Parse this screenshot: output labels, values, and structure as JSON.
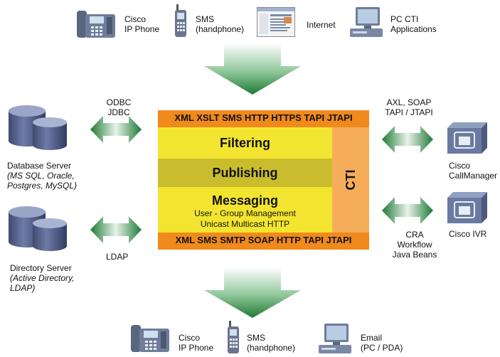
{
  "top_devices": {
    "phone_label_1": "Cisco",
    "phone_label_2": "IP Phone",
    "sms_label_1": "SMS",
    "sms_label_2": "(handphone)",
    "internet_label": "Internet",
    "pc_label_1": "PC CTI",
    "pc_label_2": "Applications"
  },
  "left": {
    "odbc": "ODBC",
    "jdbc": "JDBC",
    "db_title": "Database Server",
    "db_sub_1": "(MS SQL, Oracle,",
    "db_sub_2": "Postgres, MySQL)",
    "ldap_arrow": "LDAP",
    "dir_title": "Directory Server",
    "dir_sub_1": "(Active Directory,",
    "dir_sub_2": "LDAP)"
  },
  "center": {
    "top_bar": "XML XSLT SMS HTTP HTTPS TAPI JTAPI",
    "filtering": "Filtering",
    "publishing": "Publishing",
    "messaging": "Messaging",
    "messaging_sub_1": "User - Group Management",
    "messaging_sub_2": "Unicast Multicast HTTP",
    "cti": "CTI",
    "bottom_bar": "XML SMS SMTP SOAP HTTP TAPI JTAPI"
  },
  "right": {
    "axl_1": "AXL, SOAP",
    "axl_2": "TAPI / JTAPI",
    "callmanager_1": "Cisco",
    "callmanager_2": "CallManager",
    "cra_1": "CRA",
    "cra_2": "Workflow",
    "cra_3": "Java Beans",
    "ivr": "Cisco IVR"
  },
  "bottom_devices": {
    "phone_label_1": "Cisco",
    "phone_label_2": "IP Phone",
    "sms_label_1": "SMS",
    "sms_label_2": "(handphone)",
    "email_label_1": "Email",
    "email_label_2": "(PC / PDA)"
  },
  "colors": {
    "orange_bar": "#f08a1c",
    "yellow": "#f3e52f",
    "olive": "#c9bd2d",
    "cti_orange": "#f6ad5a",
    "arrow_green": "#2f8a3e"
  }
}
